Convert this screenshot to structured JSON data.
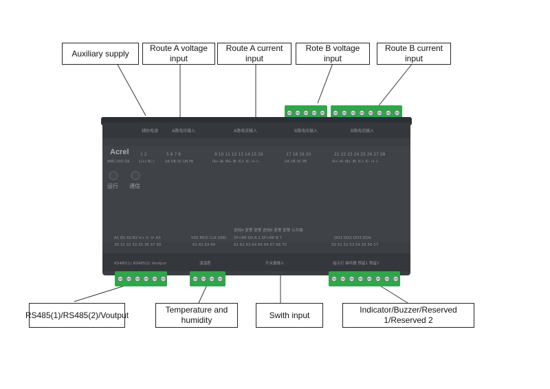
{
  "callouts": {
    "aux_supply": "Auxiliary  supply",
    "route_a_voltage": "Route A voltage input",
    "route_a_current": "Route A current input",
    "route_b_voltage": "Rote B voltage input",
    "route_b_current": "Route B current input",
    "rs485": "RS485(1)/RS485(2)/Voutput",
    "temp_humidity": "Temperature and humidity",
    "switch_input": "Swith input",
    "indicator": "Indicator/Buzzer/Reserved 1/Reserved 2"
  },
  "device": {
    "brand": "Acrel",
    "model": "AMC100-ZA",
    "status_run": "运行",
    "status_comm": "通信",
    "top_labels": [
      "辅助电源",
      "A路电压输入",
      "A路电流输入",
      "B路电压输入",
      "B路电流输入"
    ],
    "top_terms_1": "1    2",
    "top_terms_1_sub": "L(+) N(-)",
    "top_terms_2": "5    6    7    8",
    "top_terms_2_sub": "UA  UB  UC  UN  PE",
    "top_terms_3": "9  10  11  12  13  14  15  16",
    "top_terms_3_sub": "IA+ IA- IB+ IB- IC+ IC- I+  I-",
    "top_terms_4": "17  18  19  20",
    "top_terms_4_sub": "UA  UB  UC  PE",
    "top_terms_5": "21  22  23  24  25  26  27  28",
    "top_terms_5_sub": "IA+ IA- IB+ IB- IC+ IC- I+  I-",
    "bottom_header": "进线A 复警 复警 进线B 复警 复警 公共端",
    "bottom_terms_1": "A1  B1  A2  B2  V+  V-    V-  A3",
    "bottom_terms_1_sub": "30  31  32  33  35  36    37  90",
    "bottom_terms_2": "VSS MCK CLK VDD",
    "bottom_terms_2_sub": "81  82  83  84",
    "bottom_terms_3": "SF+RE SO  A   1  SF+RE  B   7",
    "bottom_terms_3_sub": "61  62  63  64  65  66  67  68  70",
    "bottom_terms_4": "DO1    DO2    DO3    DO4",
    "bottom_terms_4_sub": "50  51  52  53  54  55  56  57",
    "bottom_labels": [
      "RS485(1) RS485(2) Voutput",
      "温湿度",
      "开关量输入",
      "指示灯  蜂鸣器  预留1  预留2"
    ]
  },
  "colors": {
    "device_body": "#3b3e42",
    "device_front": "#2e3135",
    "terminal": "#2fa64a",
    "label_text": "#9aa0a6"
  }
}
